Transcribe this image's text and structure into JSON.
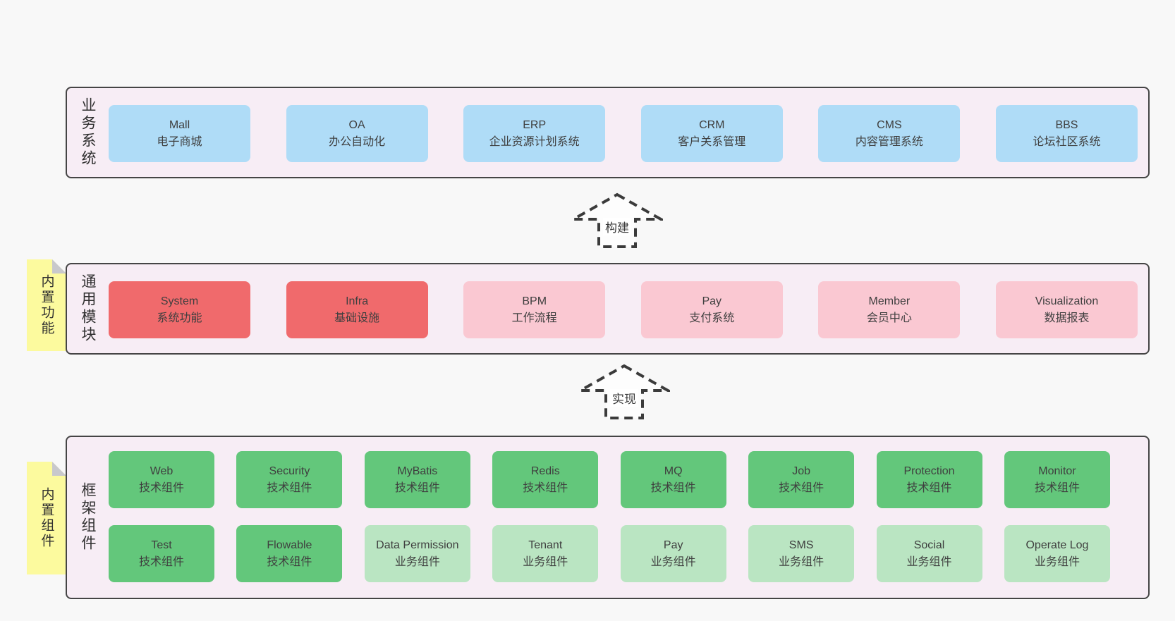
{
  "colors": {
    "page_bg": "#f8f8f8",
    "panel_bg": "#f7edf5",
    "panel_border": "#454545",
    "blue": "#afdcf7",
    "red": "#f06a6c",
    "pink": "#fac8d2",
    "green": "#63c77b",
    "green_light": "#bae5c2",
    "note_yellow": "#fcfa9e",
    "text": "#3f3f3f"
  },
  "arrows": [
    {
      "label": "构建"
    },
    {
      "label": "实现"
    }
  ],
  "layers": [
    {
      "label": "业务系统",
      "rows": [
        [
          {
            "en": "Mall",
            "zh": "电子商城"
          },
          {
            "en": "OA",
            "zh": "办公自动化"
          },
          {
            "en": "ERP",
            "zh": "企业资源计划系统"
          },
          {
            "en": "CRM",
            "zh": "客户关系管理"
          },
          {
            "en": "CMS",
            "zh": "内容管理系统"
          },
          {
            "en": "BBS",
            "zh": "论坛社区系统"
          }
        ]
      ]
    },
    {
      "label": "通用模块",
      "note": "内置功能",
      "rows": [
        [
          {
            "en": "System",
            "zh": "系统功能"
          },
          {
            "en": "Infra",
            "zh": "基础设施"
          },
          {
            "en": "BPM",
            "zh": "工作流程"
          },
          {
            "en": "Pay",
            "zh": "支付系统"
          },
          {
            "en": "Member",
            "zh": "会员中心"
          },
          {
            "en": "Visualization",
            "zh": "数据报表"
          }
        ]
      ]
    },
    {
      "label": "框架组件",
      "note": "内置组件",
      "rows": [
        [
          {
            "en": "Web",
            "zh": "技术组件"
          },
          {
            "en": "Security",
            "zh": "技术组件"
          },
          {
            "en": "MyBatis",
            "zh": "技术组件"
          },
          {
            "en": "Redis",
            "zh": "技术组件"
          },
          {
            "en": "MQ",
            "zh": "技术组件"
          },
          {
            "en": "Job",
            "zh": "技术组件"
          },
          {
            "en": "Protection",
            "zh": "技术组件"
          },
          {
            "en": "Monitor",
            "zh": "技术组件"
          }
        ],
        [
          {
            "en": "Test",
            "zh": "技术组件"
          },
          {
            "en": "Flowable",
            "zh": "技术组件"
          },
          {
            "en": "Data Permission",
            "zh": "业务组件"
          },
          {
            "en": "Tenant",
            "zh": "业务组件"
          },
          {
            "en": "Pay",
            "zh": "业务组件"
          },
          {
            "en": "SMS",
            "zh": "业务组件"
          },
          {
            "en": "Social",
            "zh": "业务组件"
          },
          {
            "en": "Operate Log",
            "zh": "业务组件"
          }
        ]
      ]
    }
  ]
}
